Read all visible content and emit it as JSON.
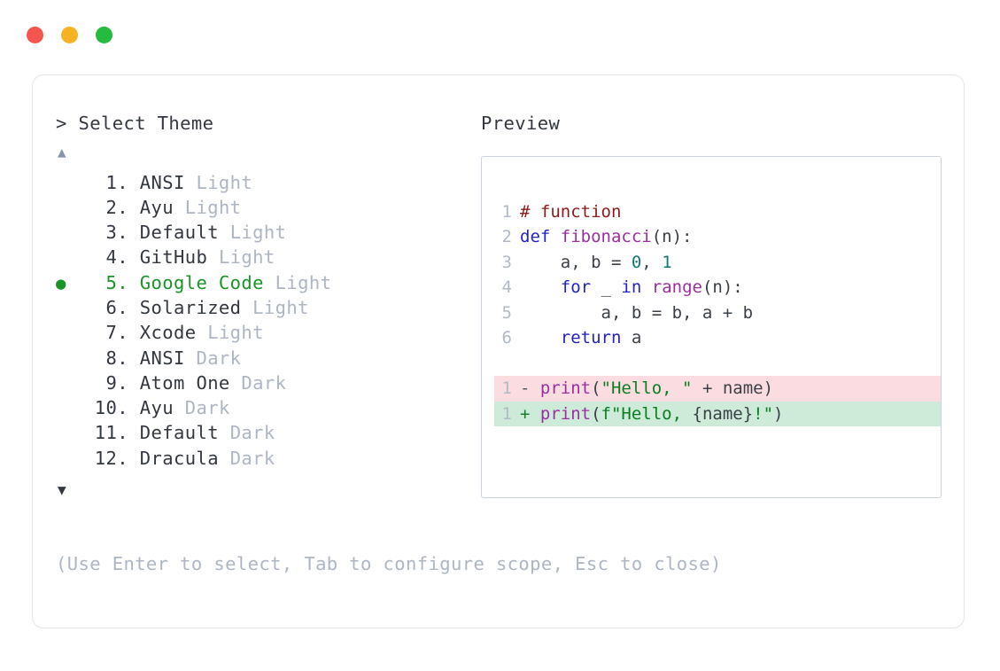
{
  "window": {
    "traffic_lights": [
      {
        "name": "close-button",
        "color": "#f2564d"
      },
      {
        "name": "minimize-button",
        "color": "#f5b324"
      },
      {
        "name": "maximize-button",
        "color": "#25bb3e"
      }
    ]
  },
  "selector": {
    "prompt": "> Select Theme",
    "scroll_up": "▲",
    "scroll_down": "▼",
    "selected_index": 5,
    "bullet": "●",
    "items": [
      {
        "num": "1.",
        "name": "ANSI",
        "variant": "Light",
        "selected": false
      },
      {
        "num": "2.",
        "name": "Ayu",
        "variant": "Light",
        "selected": false
      },
      {
        "num": "3.",
        "name": "Default",
        "variant": "Light",
        "selected": false
      },
      {
        "num": "4.",
        "name": "GitHub",
        "variant": "Light",
        "selected": false
      },
      {
        "num": "5.",
        "name": "Google Code",
        "variant": "Light",
        "selected": true
      },
      {
        "num": "6.",
        "name": "Solarized",
        "variant": "Light",
        "selected": false
      },
      {
        "num": "7.",
        "name": "Xcode",
        "variant": "Light",
        "selected": false
      },
      {
        "num": "8.",
        "name": "ANSI",
        "variant": "Dark",
        "selected": false
      },
      {
        "num": "9.",
        "name": "Atom One",
        "variant": "Dark",
        "selected": false
      },
      {
        "num": "10.",
        "name": "Ayu",
        "variant": "Dark",
        "selected": false
      },
      {
        "num": "11.",
        "name": "Default",
        "variant": "Dark",
        "selected": false
      },
      {
        "num": "12.",
        "name": "Dracula",
        "variant": "Dark",
        "selected": false
      }
    ]
  },
  "preview": {
    "title": "Preview",
    "code_lines": [
      {
        "ln": "1",
        "tokens": [
          {
            "t": "# function",
            "c": "tok-comment"
          }
        ]
      },
      {
        "ln": "2",
        "tokens": [
          {
            "t": "def ",
            "c": "tok-keyword"
          },
          {
            "t": "fibonacci",
            "c": "tok-func"
          },
          {
            "t": "(n):",
            "c": "tok-plain"
          }
        ]
      },
      {
        "ln": "3",
        "tokens": [
          {
            "t": "    a, b = ",
            "c": "tok-plain"
          },
          {
            "t": "0",
            "c": "tok-number"
          },
          {
            "t": ", ",
            "c": "tok-plain"
          },
          {
            "t": "1",
            "c": "tok-number"
          }
        ]
      },
      {
        "ln": "4",
        "tokens": [
          {
            "t": "    ",
            "c": "tok-plain"
          },
          {
            "t": "for",
            "c": "tok-keyword"
          },
          {
            "t": " _ ",
            "c": "tok-plain"
          },
          {
            "t": "in",
            "c": "tok-keyword"
          },
          {
            "t": " ",
            "c": "tok-plain"
          },
          {
            "t": "range",
            "c": "tok-func"
          },
          {
            "t": "(n):",
            "c": "tok-plain"
          }
        ]
      },
      {
        "ln": "5",
        "tokens": [
          {
            "t": "        a, b = b, a + b",
            "c": "tok-plain"
          }
        ]
      },
      {
        "ln": "6",
        "tokens": [
          {
            "t": "    ",
            "c": "tok-plain"
          },
          {
            "t": "return",
            "c": "tok-keyword"
          },
          {
            "t": " a",
            "c": "tok-plain"
          }
        ]
      }
    ],
    "diff_lines": [
      {
        "ln": "1",
        "kind": "removed",
        "sign": "-",
        "tokens": [
          {
            "t": "print",
            "c": "tok-func"
          },
          {
            "t": "(",
            "c": "tok-plain"
          },
          {
            "t": "\"Hello, \"",
            "c": "tok-string"
          },
          {
            "t": " + name)",
            "c": "tok-plain"
          }
        ]
      },
      {
        "ln": "1",
        "kind": "added",
        "sign": "+",
        "tokens": [
          {
            "t": "print",
            "c": "tok-func"
          },
          {
            "t": "(",
            "c": "tok-plain"
          },
          {
            "t": "f\"Hello, ",
            "c": "tok-string"
          },
          {
            "t": "{name}",
            "c": "tok-plain"
          },
          {
            "t": "!\"",
            "c": "tok-string"
          },
          {
            "t": ")",
            "c": "tok-plain"
          }
        ]
      }
    ]
  },
  "footer": {
    "hint": "(Use Enter to select, Tab to configure scope, Esc to close)"
  },
  "colors": {
    "accent_green": "#1a9427",
    "muted": "#aeb6c4",
    "text": "#333740",
    "diff_removed_bg": "#fbdde1",
    "diff_added_bg": "#cdebd8",
    "panel_border": "#ccd3de",
    "card_border": "#e2e5ec"
  }
}
